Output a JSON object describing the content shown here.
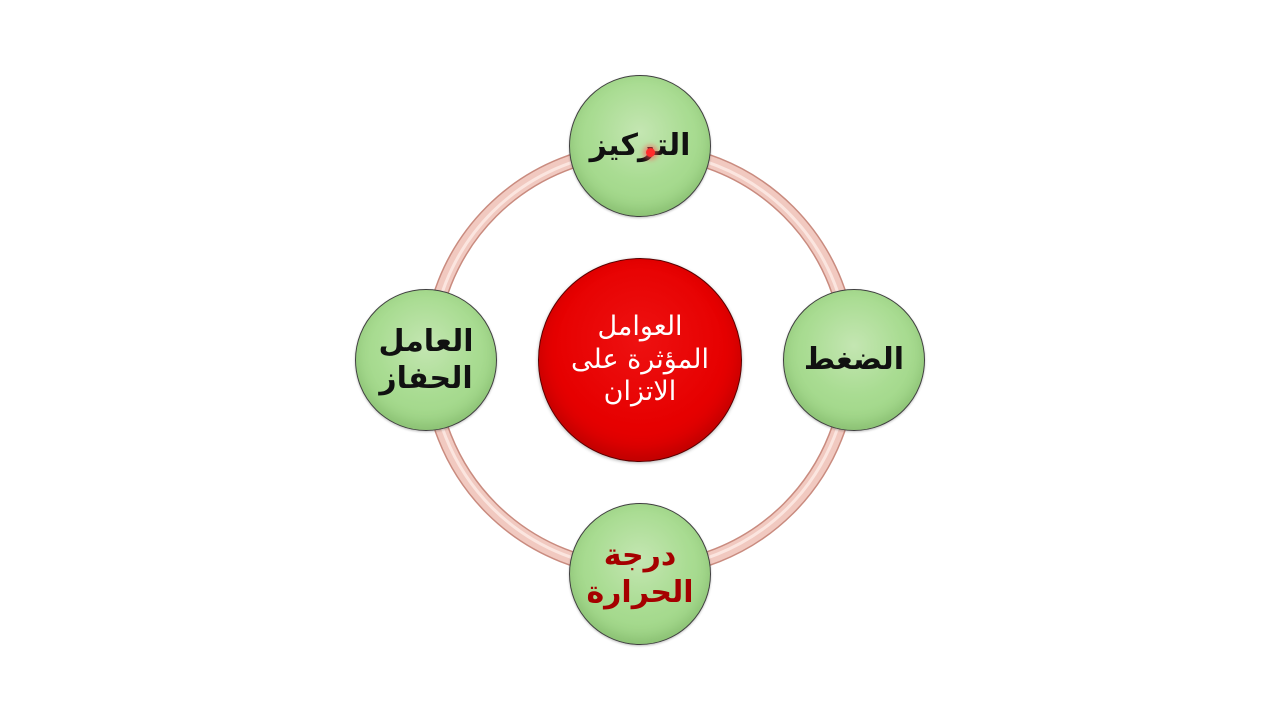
{
  "diagram": {
    "center": {
      "label": "العوامل\nالمؤثرة على\nالاتزان"
    },
    "nodes": {
      "top": {
        "label": "التركيز"
      },
      "right": {
        "label": "الضغط"
      },
      "bottom": {
        "label": "درجة\nالحرارة"
      },
      "left": {
        "label": "العامل\nالحفاز"
      }
    }
  },
  "colors": {
    "ring_fill": "#f1c9c0",
    "ring_stroke": "#c98b7f",
    "node_green": "#a9dc92",
    "center_red": "#e60000",
    "bottom_text": "#a50000"
  }
}
